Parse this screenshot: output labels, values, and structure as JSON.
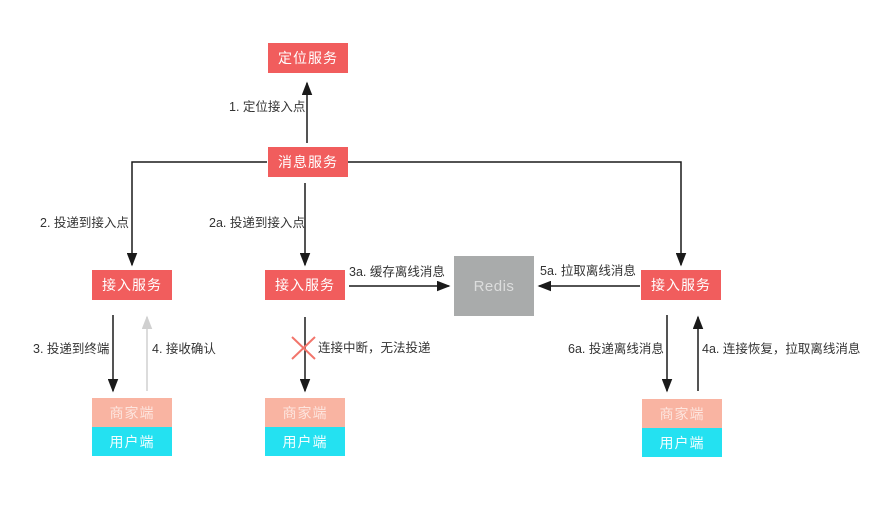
{
  "colors": {
    "service_box": "#F15D5D",
    "merchant_box": "#F9B4A2",
    "user_box": "#24E1F1",
    "redis_box": "#A9ABAB",
    "arrow": "#1A1A1A",
    "ack_arrow": "#D0D0D0",
    "cross_mark": "#F2756B"
  },
  "nodes": {
    "locator": {
      "label": "定位服务"
    },
    "message": {
      "label": "消息服务"
    },
    "access_left": {
      "label": "接入服务"
    },
    "access_mid": {
      "label": "接入服务"
    },
    "access_right": {
      "label": "接入服务"
    },
    "redis": {
      "label": "Redis"
    },
    "terminal_left": {
      "merchant": "商家端",
      "user": "用户端"
    },
    "terminal_mid": {
      "merchant": "商家端",
      "user": "用户端"
    },
    "terminal_right": {
      "merchant": "商家端",
      "user": "用户端"
    }
  },
  "edge_labels": {
    "locate": "1. 定位接入点",
    "deliver_left": "2. 投递到接入点",
    "deliver_mid": "2a. 投递到接入点",
    "deliver_terminal": "3. 投递到终端",
    "ack": "4. 接收确认",
    "cache_offline": "3a. 缓存离线消息",
    "pull_offline": "5a. 拉取离线消息",
    "connection_broken": "连接中断，无法投递",
    "deliver_offline": "6a. 投递离线消息",
    "reconnect_pull": "4a. 连接恢复，拉取离线消息"
  }
}
